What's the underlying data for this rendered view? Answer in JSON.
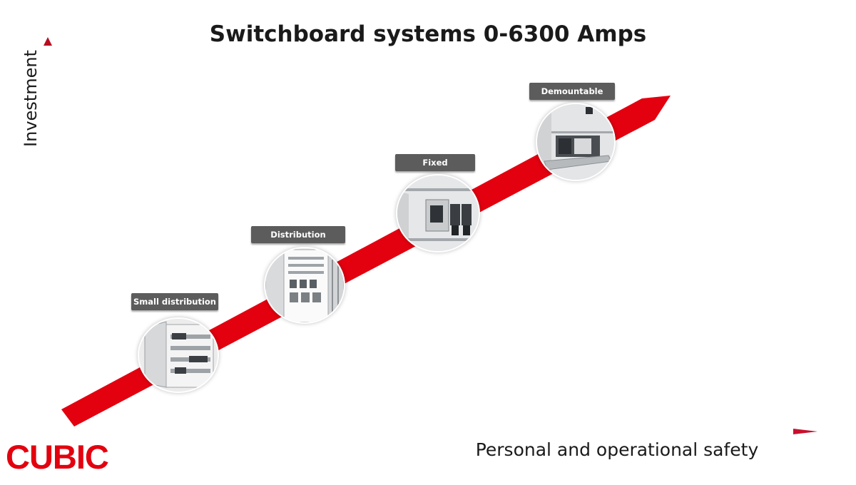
{
  "title": "Switchboard systems 0-6300 Amps",
  "y_axis_label": "Investment",
  "x_axis_label": "Personal and operational safety",
  "logo": "CUBIC",
  "colors": {
    "accent": "#e3000f",
    "axis": "#b80d22",
    "tag_bg": "#5c5c5c",
    "tag_text": "#ffffff"
  },
  "steps": [
    {
      "label": "Small distribution",
      "icon": "open-enclosure-with-din-rails"
    },
    {
      "label": "Distribution",
      "icon": "distribution-cabinet"
    },
    {
      "label": "Fixed",
      "icon": "fixed-breaker-unit"
    },
    {
      "label": "Demountable",
      "icon": "demountable-breaker-unit"
    }
  ],
  "arrow": {
    "meaning": "increasing investment and safety"
  }
}
